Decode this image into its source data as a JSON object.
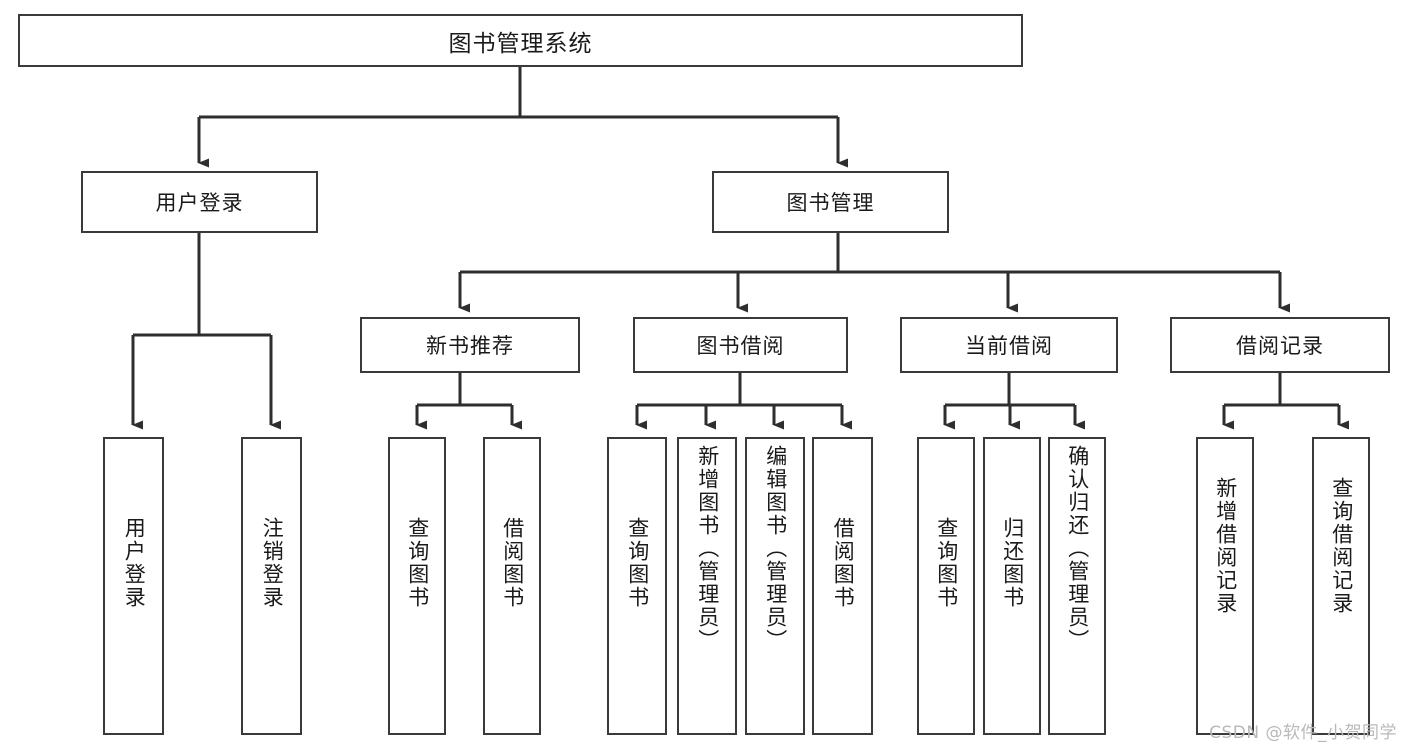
{
  "diagram": {
    "title": "图书管理系统",
    "type": "tree-hierarchy-chart",
    "watermark": "CSDN @软件_小贺同学",
    "colors": {
      "box_border": "#3a3a3a",
      "box_fill": "#ffffff",
      "edge": "#2e2e2e",
      "text": "#1a1a1a",
      "watermark": "#b9b9b9",
      "background": "#ffffff"
    },
    "root": {
      "id": "root",
      "label": "图书管理系统"
    },
    "level2": [
      {
        "id": "user-login",
        "label": "用户登录"
      },
      {
        "id": "book-manage",
        "label": "图书管理"
      }
    ],
    "level3": [
      {
        "id": "new-book-recommend",
        "label": "新书推荐",
        "parent": "book-manage"
      },
      {
        "id": "book-borrow",
        "label": "图书借阅",
        "parent": "book-manage"
      },
      {
        "id": "current-borrow",
        "label": "当前借阅",
        "parent": "book-manage"
      },
      {
        "id": "borrow-record",
        "label": "借阅记录",
        "parent": "book-manage"
      }
    ],
    "leaves": {
      "user_login": [
        {
          "id": "leaf-user-login",
          "label": "用户登录"
        },
        {
          "id": "leaf-logout",
          "label": "注销登录"
        }
      ],
      "new_book_recommend": [
        {
          "id": "leaf-query-book-1",
          "label": "查询图书"
        },
        {
          "id": "leaf-borrow-book-1",
          "label": "借阅图书"
        }
      ],
      "book_borrow": [
        {
          "id": "leaf-query-book-2",
          "label": "查询图书"
        },
        {
          "id": "leaf-add-book",
          "label": "新增图书（管理员）"
        },
        {
          "id": "leaf-edit-book",
          "label": "编辑图书（管理员）"
        },
        {
          "id": "leaf-borrow-book-2",
          "label": "借阅图书"
        }
      ],
      "current_borrow": [
        {
          "id": "leaf-query-book-3",
          "label": "查询图书"
        },
        {
          "id": "leaf-return-book",
          "label": "归还图书"
        },
        {
          "id": "leaf-confirm-return",
          "label": "确认归还（管理员）"
        }
      ],
      "borrow_record": [
        {
          "id": "leaf-add-record",
          "label": "新增借阅记录"
        },
        {
          "id": "leaf-query-record",
          "label": "查询借阅记录"
        }
      ]
    }
  }
}
